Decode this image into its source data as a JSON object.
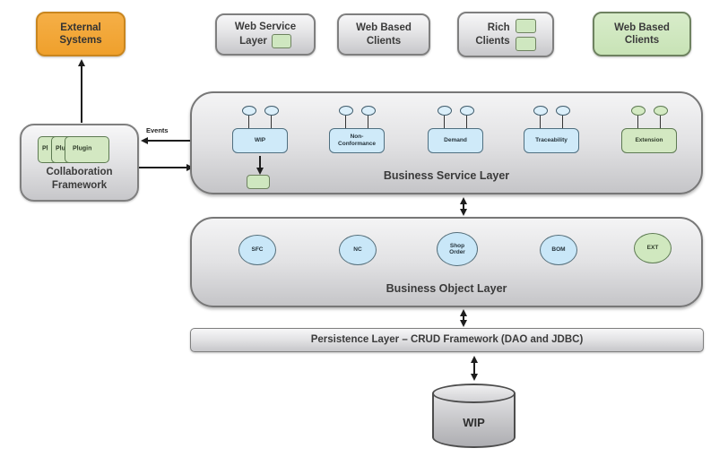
{
  "top_row": {
    "external_systems": "External Systems",
    "web_service_layer": {
      "line1": "Web Service",
      "line2": "Layer"
    },
    "web_based_clients": "Web Based Clients",
    "rich_clients": {
      "line1": "Rich",
      "line2": "Clients"
    },
    "web_based_clients_green": "Web Based Clients"
  },
  "collaboration": {
    "label": "Collaboration Framework",
    "plugins": [
      "Pl",
      "Plu",
      "Plugin"
    ]
  },
  "events_arrow_label": "Events",
  "business_service_layer": {
    "label": "Business Service Layer",
    "components": [
      {
        "label": "WIP",
        "variant": "blue"
      },
      {
        "label": "Non-Conformance",
        "variant": "blue"
      },
      {
        "label": "Demand",
        "variant": "blue"
      },
      {
        "label": "Traceability",
        "variant": "blue"
      },
      {
        "label": "Extension",
        "variant": "green"
      }
    ]
  },
  "business_object_layer": {
    "label": "Business Object Layer",
    "objects": [
      {
        "label": "SFC",
        "variant": "blue"
      },
      {
        "label": "NC",
        "variant": "blue"
      },
      {
        "label": "Shop Order",
        "variant": "blue"
      },
      {
        "label": "BOM",
        "variant": "blue"
      },
      {
        "label": "EXT",
        "variant": "green"
      }
    ]
  },
  "persistence_layer": {
    "label": "Persistence Layer – CRUD Framework (DAO and JDBC)"
  },
  "database": {
    "label": "WIP"
  },
  "colors": {
    "orange_fill": "#EFA02C",
    "green_fill": "#CDE6BF",
    "blue_fill": "#CFEAF9",
    "gray_border": "#7F7F7F",
    "arrow": "#1D1D1D"
  }
}
